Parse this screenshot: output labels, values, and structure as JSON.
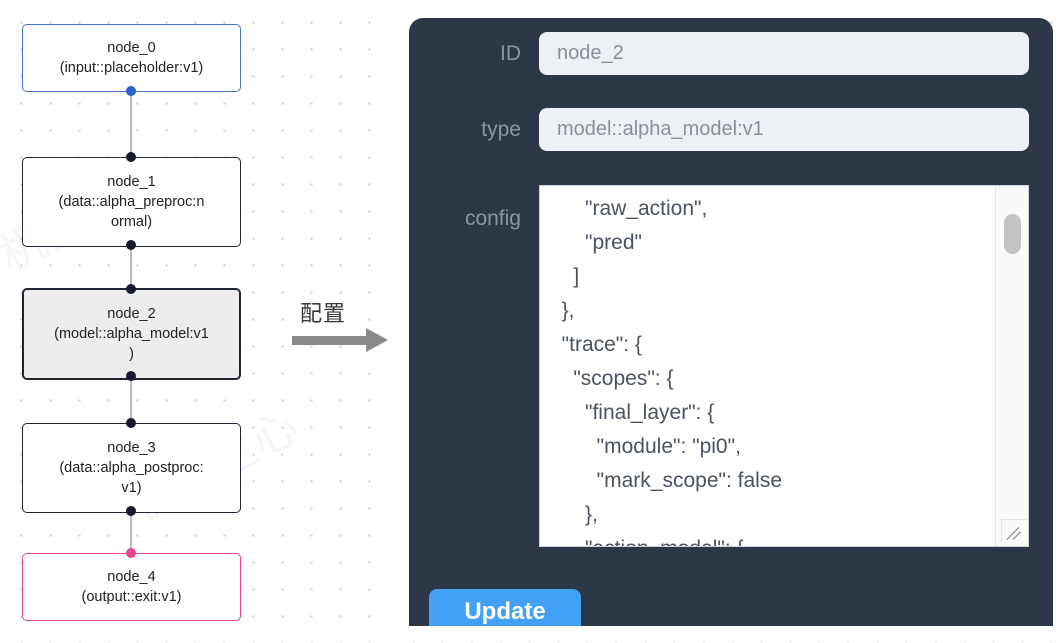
{
  "graph": {
    "nodes": [
      {
        "id": "node_0",
        "type": "(input::placeholder:v1)",
        "role": "input",
        "selected": false
      },
      {
        "id": "node_1",
        "type": "(data::alpha_preproc:normal)",
        "role": "default",
        "selected": false
      },
      {
        "id": "node_2",
        "type": "(model::alpha_model:v1)",
        "role": "default",
        "selected": true
      },
      {
        "id": "node_3",
        "type": "(data::alpha_postproc:v1)",
        "role": "default",
        "selected": false
      },
      {
        "id": "node_4",
        "type": "(output::exit:v1)",
        "role": "output",
        "selected": false
      }
    ],
    "node_labels": {
      "node_0_line1": "node_0",
      "node_0_line2": "(input::placeholder:v1)",
      "node_1_line1": "node_1",
      "node_1_line2": "(data::alpha_preproc:n",
      "node_1_line3": "ormal)",
      "node_2_line1": "node_2",
      "node_2_line2": "(model::alpha_model:v1",
      "node_2_line3": ")",
      "node_3_line1": "node_3",
      "node_3_line2": "(data::alpha_postproc:",
      "node_3_line3": "v1)",
      "node_4_line1": "node_4",
      "node_4_line2": "(output::exit:v1)"
    },
    "colors": {
      "input_border": "#4a76c7",
      "output_border": "#e8458f",
      "default_border": "#1f2533",
      "selected_fill": "#ededed",
      "edge": "#b8b8b8"
    }
  },
  "transition": {
    "label": "配置",
    "arrow_color": "#8a8a8a"
  },
  "panel": {
    "background": "#2d3748",
    "fields": [
      {
        "label": "ID",
        "value": "node_2"
      },
      {
        "label": "type",
        "value": "model::alpha_model:v1"
      },
      {
        "label": "config",
        "value": ""
      }
    ],
    "id_label": "ID",
    "id_value": "node_2",
    "type_label": "type",
    "type_value": "model::alpha_model:v1",
    "config_label": "config",
    "config_text": "      \"raw_action\",\n      \"pred\"\n    ]\n  },\n  \"trace\": {\n    \"scopes\": {\n      \"final_layer\": {\n        \"module\": \"pi0\",\n        \"mark_scope\": false\n      },\n      \"action_model\": {",
    "update_label": "Update",
    "update_color": "#42a0f5"
  },
  "watermarks": {
    "w1": "机器之心",
    "w2": "机器之心",
    "w3": "机器之心"
  }
}
